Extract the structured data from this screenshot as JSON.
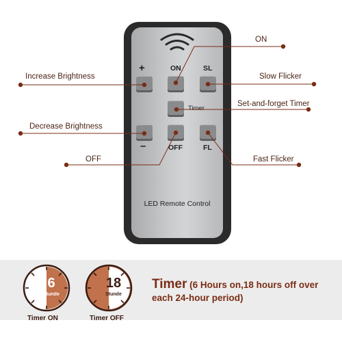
{
  "remote": {
    "buttons": {
      "plus_symbol": "+",
      "minus_symbol": "–",
      "on_label": "ON",
      "sl_label": "SL",
      "timer_label": "Timer",
      "off_label": "OFF",
      "fl_label": "FL"
    },
    "brand_text": "LED Remote Control"
  },
  "callouts": {
    "on": "ON",
    "increase_brightness": "Increase Brightness",
    "slow_flicker": "Slow Flicker",
    "set_and_forget_timer": "Set-and-forget Timer",
    "decrease_brightness": "Decrease Brightness",
    "off": "OFF",
    "fast_flicker": "Fast Flicker"
  },
  "timer_info": {
    "on_clock": {
      "hours": "6",
      "unit": "Stunde",
      "caption": "Timer ON"
    },
    "off_clock": {
      "hours": "18",
      "unit": "Stunde",
      "caption": "Timer OFF"
    },
    "title_bold": "Timer",
    "title_rest": " (6 Hours on,18 hours off over each 24-hour period)"
  },
  "colors": {
    "accent": "#7a2c14",
    "copper": "#c1714b",
    "remote_body": "#2b2b2b",
    "remote_face": "#c9cacc",
    "button": "#8a8b8d",
    "band": "#ececec"
  }
}
